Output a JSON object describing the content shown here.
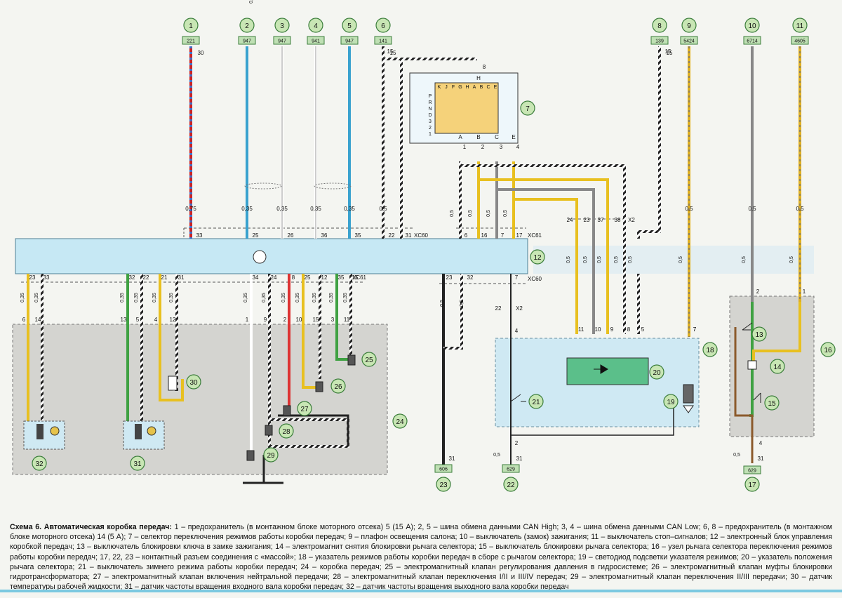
{
  "caption": {
    "title": "Схема 6. Автоматическая коробка передач:",
    "text": "1 – предохранитель (в монтажном блоке моторного отсека) 5 (15 А); 2, 5 – шина обмена данными CAN High; 3, 4 – шина обмена данными CAN Low; 6, 8 – предохранитель (в монтажном блоке моторного отсека) 14 (5 А); 7 – селектор переключения режимов работы коробки передач; 9 – плафон освещения салона; 10 – выключатель (замок) зажигания; 11 – выключатель стоп–сигналов; 12 – электронный блок управления коробкой передач; 13 – выключатель блокировки ключа в замке зажигания; 14 – электромагнит снятия блокировки рычага селектора; 15 – выключатель блокировки рычага селектора; 16 – узел рычага селектора переключения режимов работы коробки передач; 17, 22, 23 – контактный разъем соединения с «массой»; 18 – указатель режимов работы коробки передач в сборе с рычагом селектора; 19 – светодиод подсветки указателя режимов; 20 – указатель положения рычага селектора; 21 – выключатель зимнего режима работы коробки передач; 24 – коробка передач; 25 – электромагнитный клапан регулирования давления в гидросистеме; 26 – электромагнитный клапан муфты блокировки гидротрансформатора; 27 – электромагнитный клапан включения нейтральной передачи; 28 – электромагнитный клапан переключения I/II и III/IV передач; 29 – электромагнитный клапан переключения II/III передачи; 30 – датчик температуры рабочей жидкости; 31 – датчик частоты вращения входного вала коробки передач; 32 – датчик частоты вращения выходного вала коробки передач"
  },
  "top_circles": [
    {
      "num": "1",
      "code": "221",
      "pin": "30",
      "size": "0,75",
      "cpin": "33"
    },
    {
      "num": "2",
      "code": "947",
      "pin": "",
      "size": "0,35",
      "cpin": "25"
    },
    {
      "num": "3",
      "code": "947",
      "pin": "",
      "size": "0,35",
      "cpin": "26"
    },
    {
      "num": "4",
      "code": "941",
      "pin": "",
      "size": "0,35",
      "cpin": "36"
    },
    {
      "num": "5",
      "code": "947",
      "pin": "",
      "size": "0,35",
      "cpin": "35"
    },
    {
      "num": "6",
      "code": "141",
      "pin": "15",
      "size": "0,5",
      "cpin": "22"
    },
    {
      "num": "8",
      "code": "139",
      "pin": "15",
      "size": "",
      "cpin": ""
    },
    {
      "num": "9",
      "code": "5424",
      "pin": "",
      "size": "0,5",
      "cpin": ""
    },
    {
      "num": "10",
      "code": "6714",
      "pin": "",
      "size": "0,5",
      "cpin": ""
    },
    {
      "num": "11",
      "code": "4605",
      "pin": "",
      "size": "0,5",
      "cpin": ""
    }
  ],
  "connectors": {
    "xc60_top": "XC60",
    "xc61_top": "XC61",
    "xc61_bottom": "XC61",
    "xc60_bottom": "XC60",
    "x2_top": "X2",
    "x2_mid": "X2",
    "pin31": "31",
    "pin6": "6",
    "pin16": "16",
    "pin7": "7",
    "pin17": "17"
  },
  "selector": {
    "num": "7",
    "header_letters": [
      "K",
      "J",
      "F",
      "G",
      "H",
      "A",
      "B",
      "C",
      "E"
    ],
    "row_letters": [
      "P",
      "R",
      "N",
      "D",
      "3",
      "2",
      "1"
    ],
    "h_label": "H",
    "h_pin": "8",
    "out_letters": [
      "A",
      "B",
      "C",
      "E"
    ],
    "out_pins": [
      "1",
      "2",
      "3",
      "4"
    ]
  },
  "ecu": {
    "num": "12"
  },
  "x2_pins": [
    "24",
    "23",
    "37",
    "38"
  ],
  "gearbox_pins_top": [
    "23",
    "33",
    "32",
    "22",
    "21",
    "31",
    "34",
    "24",
    "8",
    "25",
    "12",
    "35",
    "15"
  ],
  "gearbox_pins_bottom": [
    "6",
    "14",
    "13",
    "5",
    "4",
    "12",
    "1",
    "9",
    "2",
    "10",
    "15",
    "3",
    "11"
  ],
  "xc60_bottom_pins": [
    "23",
    "32",
    "7"
  ],
  "indicator_pins": [
    "11",
    "10",
    "9",
    "8",
    "5",
    "7"
  ],
  "labels": {
    "n13": "13",
    "n14": "14",
    "n15": "15",
    "n16": "16",
    "n17": "17",
    "n18": "18",
    "n19": "19",
    "n20": "20",
    "n21": "21",
    "n22": "22",
    "n23": "23",
    "n24": "24",
    "n25": "25",
    "n26": "26",
    "n27": "27",
    "n28": "28",
    "n29": "29",
    "n30": "30",
    "n31": "31",
    "n32": "32"
  },
  "ground_codes": {
    "g23": "606",
    "g22": "629",
    "g17": "629"
  },
  "misc_numbers": {
    "w035": "0,35",
    "w05": "0,5",
    "w075": "0,75",
    "w15": "15",
    "w31": "31",
    "w22": "22",
    "w4": "4",
    "w2": "2",
    "w1": "1",
    "w4b": "4",
    "w7": "7"
  },
  "colors": {
    "accent_circle": "#c8e6b4",
    "code_box": "#bfe0b4",
    "ecu_fill": "#c6e8f4",
    "panel_fill": "#d4d4d0",
    "indicator_fill": "#5bbf8a"
  }
}
